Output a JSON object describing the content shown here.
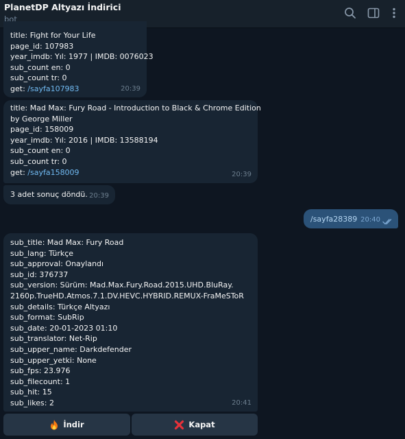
{
  "header": {
    "title": "PlanetDP Altyazı İndirici",
    "subtitle": "bot",
    "icons": [
      "search-icon",
      "sidebar-toggle-icon",
      "more-vertical-icon"
    ]
  },
  "messages": [
    {
      "lines": [
        "title: Fight for Your Life",
        "page_id: 107983",
        "year_imdb: Yıl: 1977 | IMDB: 0076023",
        "sub_count en: 0",
        "sub_count tr: 0"
      ],
      "get_label": "get: ",
      "get_link": "/sayfa107983",
      "time": "20:39"
    },
    {
      "lines": [
        "title: Mad Max: Fury Road - Introduction to Black & Chrome Edition",
        "by George Miller",
        "page_id: 158009",
        "year_imdb: Yıl: 2016 | IMDB: 13588194",
        "sub_count en: 0",
        "sub_count tr: 0"
      ],
      "get_label": "get: ",
      "get_link": "/sayfa158009",
      "time": "20:39"
    },
    {
      "text": "3 adet sonuç döndü.",
      "time": "20:39"
    },
    {
      "text": "/sayfa28389",
      "time": "20:40",
      "outgoing": true
    },
    {
      "lines": [
        "sub_title: Mad Max: Fury Road",
        "sub_lang: Türkçe",
        "sub_approval: Onaylandı",
        "sub_id: 376737",
        "sub_version: Sürüm: Mad.Max.Fury.Road.2015.UHD.BluRay.",
        "2160p.TrueHD.Atmos.7.1.DV.HEVC.HYBRID.REMUX-FraMeSToR",
        "sub_details: Türkçe Altyazı",
        "sub_format: SubRip",
        "sub_date: 20-01-2023 01:10",
        "sub_translator: Net-Rip",
        "sub_upper_name: Darkdefender",
        "sub_upper_yetki: None",
        "sub_fps: 23.976",
        "sub_filecount: 1",
        "sub_hit: 15",
        "sub_likes: 2"
      ],
      "time": "20:41"
    }
  ],
  "keyboard": [
    {
      "label": "İndir",
      "icon": "fire-icon"
    },
    {
      "label": "Kapat",
      "icon": "red-x-icon"
    }
  ],
  "colors": {
    "background": "#0e1621",
    "header": "#17212b",
    "incoming_bubble": "#182533",
    "outgoing_bubble": "#2b5278",
    "link": "#71baf2",
    "keyboard_button": "#263545"
  }
}
